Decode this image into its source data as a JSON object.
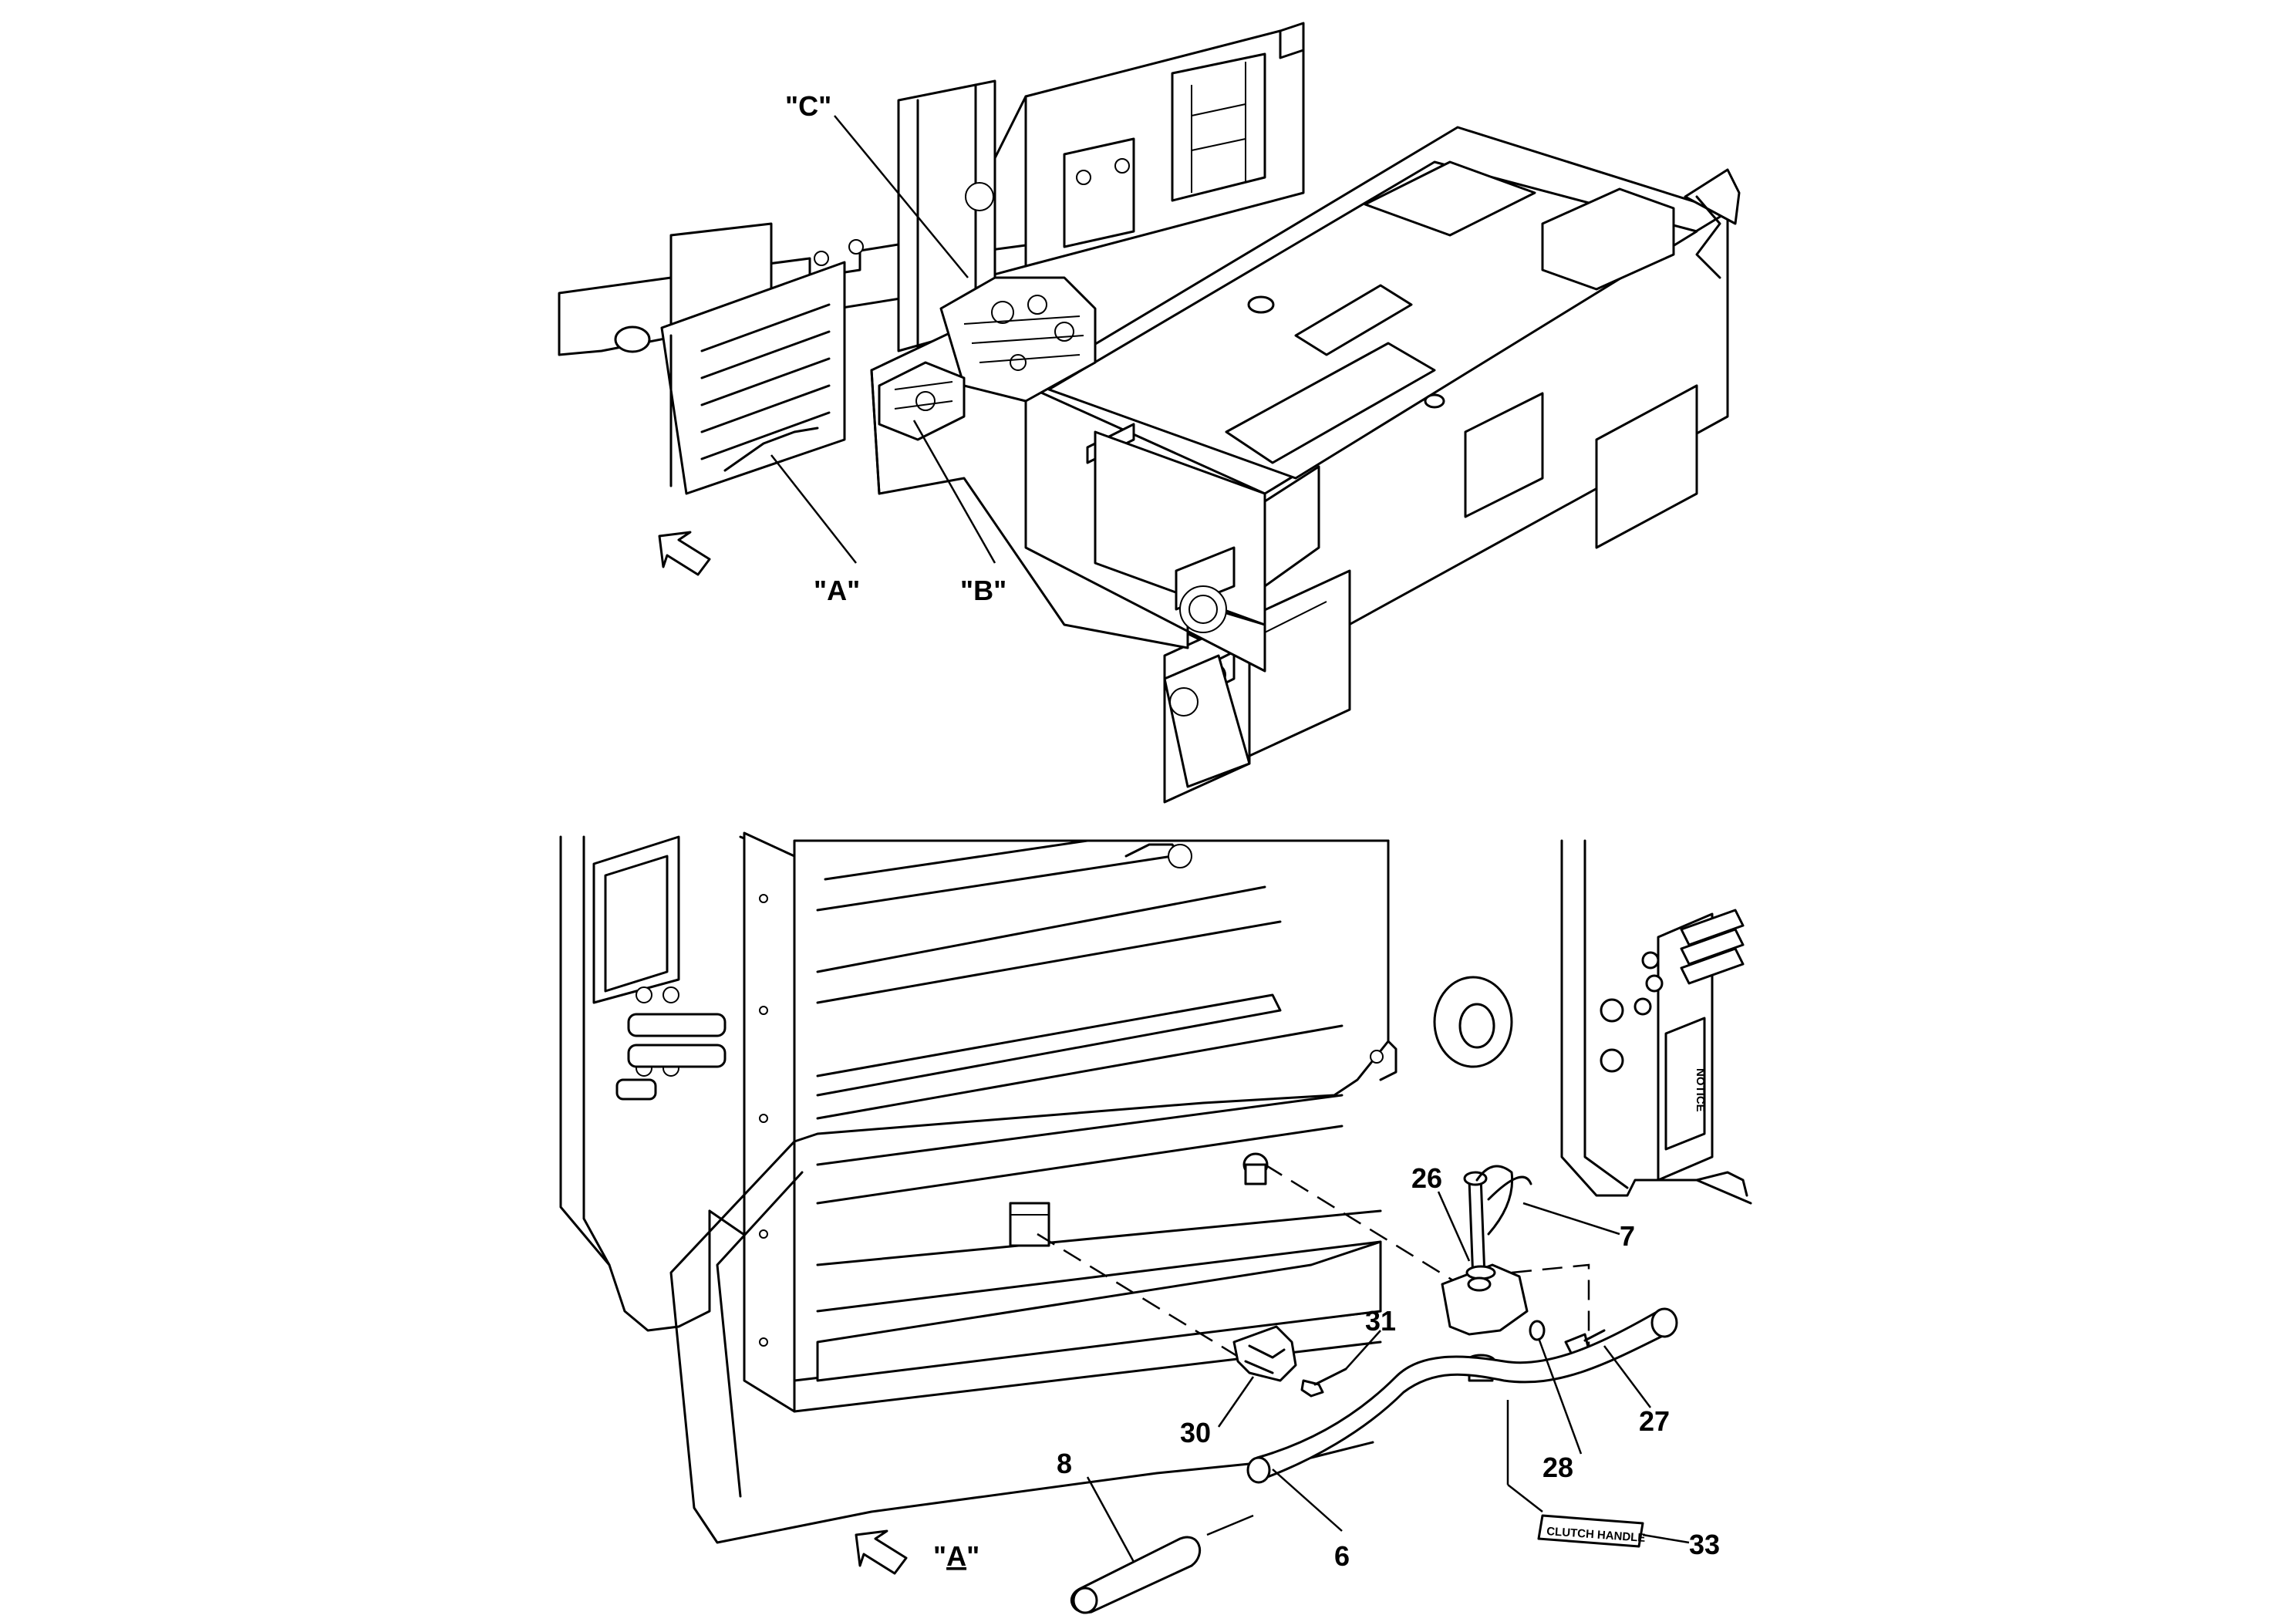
{
  "overview": {
    "callouts": [
      {
        "id": "C",
        "text": "\"C\""
      },
      {
        "id": "A",
        "text": "\"A\""
      },
      {
        "id": "B",
        "text": "\"B\""
      }
    ]
  },
  "detail_a": {
    "view_label_prefix": "\"",
    "view_label_letter": "A",
    "view_label_suffix": "\"",
    "parts": [
      {
        "no": "26"
      },
      {
        "no": "7"
      },
      {
        "no": "31"
      },
      {
        "no": "30"
      },
      {
        "no": "27"
      },
      {
        "no": "28"
      },
      {
        "no": "8"
      },
      {
        "no": "6"
      },
      {
        "no": "33"
      }
    ],
    "decals": {
      "clutch_handle": "CLUTCH HANDLE",
      "notice": "NOTICE"
    }
  },
  "icons": [
    "view-direction-arrow-icon"
  ],
  "colors": {
    "line": "#000000",
    "background": "#ffffff"
  }
}
